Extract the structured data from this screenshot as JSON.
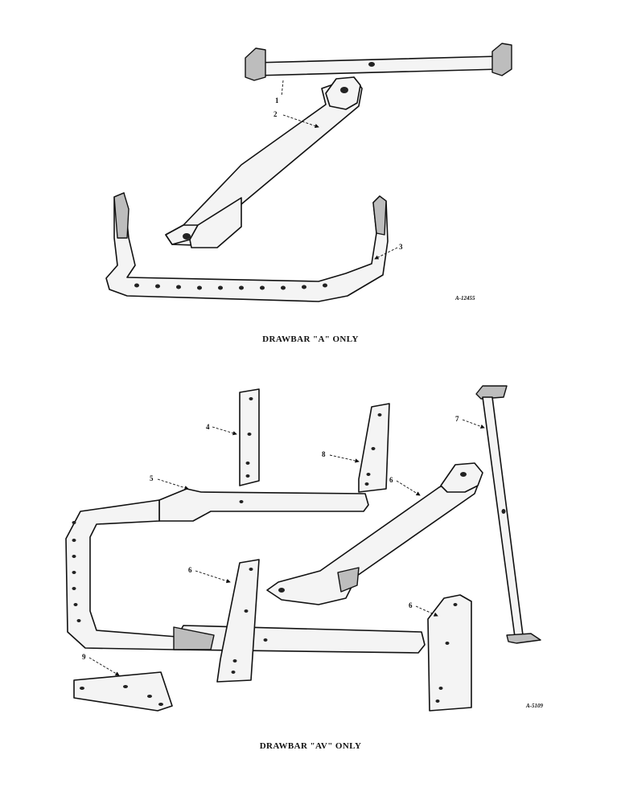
{
  "figure_a": {
    "caption": "DRAWBAR \"A\" ONLY",
    "figure_id": "A-12455",
    "callouts": [
      "1",
      "2",
      "3"
    ]
  },
  "figure_av": {
    "caption": "DRAWBAR \"AV\" ONLY",
    "figure_id": "A-5109",
    "callouts": [
      "4",
      "8",
      "7",
      "5",
      "6",
      "6",
      "6",
      "9"
    ]
  },
  "colors": {
    "ink": "#111111",
    "paper": "#ffffff",
    "shade": "#bdbdbd"
  }
}
